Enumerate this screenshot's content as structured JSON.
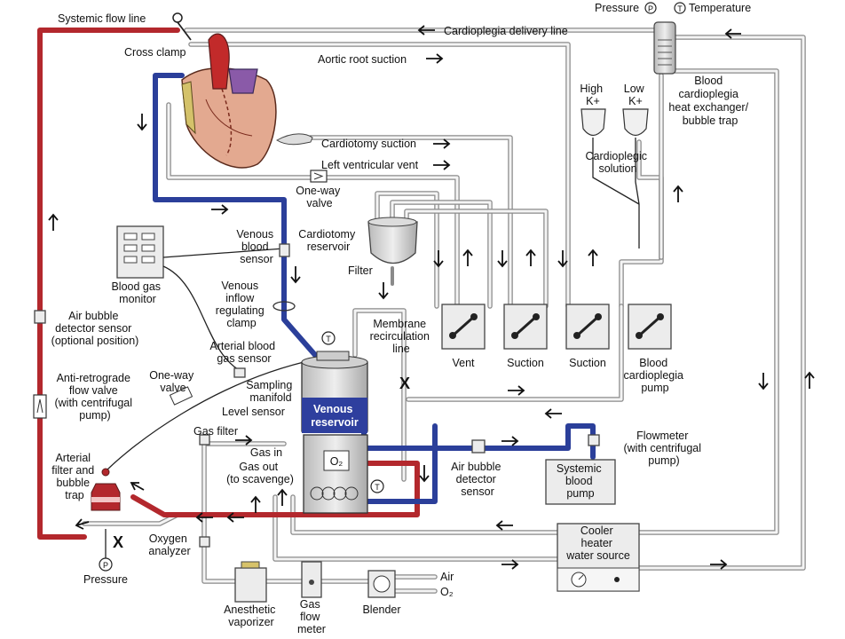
{
  "labels": {
    "systemic_flow_line": "Systemic flow line",
    "cross_clamp": "Cross clamp",
    "aortic_root_suction": "Aortic root suction",
    "cardioplegia_delivery_line": "Cardioplegia delivery line",
    "pressure_top": "Pressure",
    "temperature": "Temperature",
    "blood_cardioplegia_hx": [
      "Blood",
      "cardioplegia",
      "heat exchanger/",
      "bubble trap"
    ],
    "high_k": [
      "High",
      "K+"
    ],
    "low_k": [
      "Low",
      "K+"
    ],
    "cardioplegic_solution": [
      "Cardioplegic",
      "solution"
    ],
    "cardiotomy_suction": "Cardiotomy suction",
    "left_ventricular_vent": "Left ventricular vent",
    "one_way_valve_top": [
      "One-way",
      "valve"
    ],
    "cardiotomy_reservoir": [
      "Cardiotomy",
      "reservoir"
    ],
    "filter": "Filter",
    "venous_blood_sensor": [
      "Venous",
      "blood",
      "sensor"
    ],
    "blood_gas_monitor": [
      "Blood gas",
      "monitor"
    ],
    "venous_inflow_clamp": [
      "Venous",
      "inflow",
      "regulating",
      "clamp"
    ],
    "membrane_recirculation_line": [
      "Membrane",
      "recirculation",
      "line"
    ],
    "vent": "Vent",
    "suction1": "Suction",
    "suction2": "Suction",
    "blood_cardioplegia_pump": [
      "Blood",
      "cardioplegia",
      "pump"
    ],
    "air_bubble_detector_optional": [
      "Air bubble",
      "detector sensor",
      "(optional position)"
    ],
    "arterial_blood_gas_sensor": [
      "Arterial blood",
      "gas sensor"
    ],
    "one_way_valve_left": [
      "One-way",
      "valve"
    ],
    "anti_retrograde_valve": [
      "Anti-retrograde",
      "flow valve",
      "(with centrifugal",
      "pump)"
    ],
    "sampling_manifold": [
      "Sampling",
      "manifold"
    ],
    "level_sensor": "Level sensor",
    "venous_reservoir": [
      "Venous",
      "reservoir"
    ],
    "gas_filter": "Gas filter",
    "gas_in": "Gas in",
    "gas_out": [
      "Gas out",
      "(to scavenge)"
    ],
    "o2_oxygenator": "O₂",
    "arterial_filter": [
      "Arterial",
      "filter and",
      "bubble",
      "trap"
    ],
    "air_bubble_detector": [
      "Air bubble",
      "detector",
      "sensor"
    ],
    "systemic_blood_pump": [
      "Systemic",
      "blood",
      "pump"
    ],
    "flowmeter": [
      "Flowmeter",
      "(with centrifugal",
      "pump)"
    ],
    "oxygen_analyzer": [
      "Oxygen",
      "analyzer"
    ],
    "pressure_bottom": "Pressure",
    "cooler_heater": [
      "Cooler",
      "heater",
      "water source"
    ],
    "air": "Air",
    "o2_gas": "O₂",
    "anesthetic_vaporizer": [
      "Anesthetic",
      "vaporizer"
    ],
    "gas_flow_meter": [
      "Gas",
      "flow",
      "meter"
    ],
    "blender": "Blender",
    "p_symbol": "P",
    "t_symbol": "T",
    "x_mark": "X"
  },
  "colors": {
    "arterial": "#b3282d",
    "venous": "#2b3f9a",
    "tubing": "#8a8a8a",
    "reservoir_fill": "#2e3f9e"
  }
}
